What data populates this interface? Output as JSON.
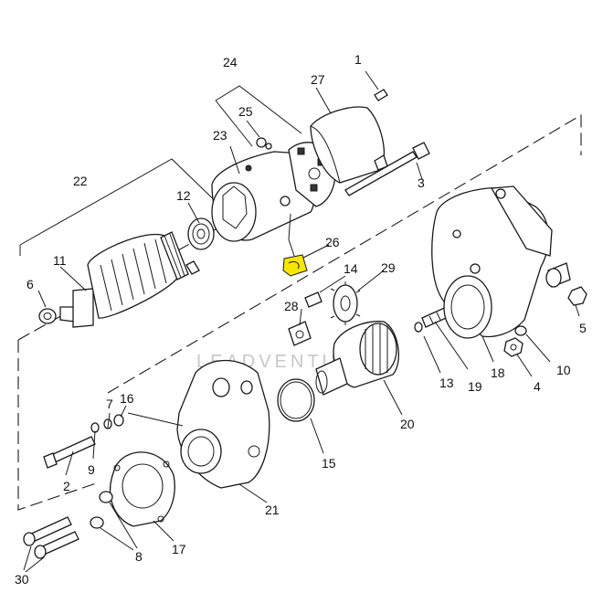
{
  "watermark": "LEADVENTURE",
  "highlight_color": "#f7e600",
  "line_color": "#1a1a1a",
  "callouts": [
    {
      "id": "1",
      "label": "1"
    },
    {
      "id": "2",
      "label": "2"
    },
    {
      "id": "3",
      "label": "3"
    },
    {
      "id": "4",
      "label": "4"
    },
    {
      "id": "5",
      "label": "5"
    },
    {
      "id": "6",
      "label": "6"
    },
    {
      "id": "7",
      "label": "7"
    },
    {
      "id": "8",
      "label": "8"
    },
    {
      "id": "9",
      "label": "9"
    },
    {
      "id": "10",
      "label": "10"
    },
    {
      "id": "11",
      "label": "11"
    },
    {
      "id": "12",
      "label": "12"
    },
    {
      "id": "13",
      "label": "13"
    },
    {
      "id": "14",
      "label": "14"
    },
    {
      "id": "15",
      "label": "15"
    },
    {
      "id": "16",
      "label": "16"
    },
    {
      "id": "17",
      "label": "17"
    },
    {
      "id": "18",
      "label": "18"
    },
    {
      "id": "19",
      "label": "19"
    },
    {
      "id": "20",
      "label": "20"
    },
    {
      "id": "21",
      "label": "21"
    },
    {
      "id": "22",
      "label": "22"
    },
    {
      "id": "23",
      "label": "23"
    },
    {
      "id": "24",
      "label": "24"
    },
    {
      "id": "25",
      "label": "25"
    },
    {
      "id": "26",
      "label": "26"
    },
    {
      "id": "27",
      "label": "27"
    },
    {
      "id": "28",
      "label": "28"
    },
    {
      "id": "29",
      "label": "29"
    },
    {
      "id": "30",
      "label": "30"
    }
  ]
}
